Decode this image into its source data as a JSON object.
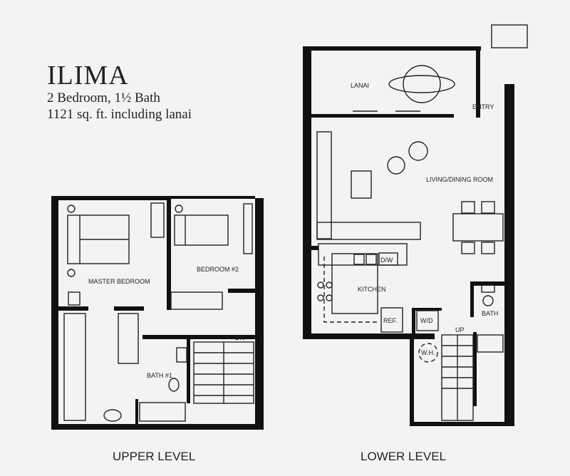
{
  "header": {
    "title": "ILIMA",
    "subtitle": "2 Bedroom, 1½ Bath",
    "area": "1121 sq. ft. including lanai"
  },
  "upper_level": {
    "caption": "UPPER LEVEL",
    "rooms": {
      "master_bedroom": "MASTER BEDROOM",
      "bedroom2": "BEDROOM #2",
      "bath1": "BATH #1",
      "stairs": "DN"
    }
  },
  "lower_level": {
    "caption": "LOWER LEVEL",
    "rooms": {
      "lanai": "LANAI",
      "entry": "ENTRY",
      "living": "LIVING/DINING ROOM",
      "dw": "D/W",
      "kitchen": "KITCHEN",
      "ref": "REF.",
      "wd": "W/D",
      "bath": "BATH",
      "up": "UP",
      "wh": "W.H."
    }
  }
}
